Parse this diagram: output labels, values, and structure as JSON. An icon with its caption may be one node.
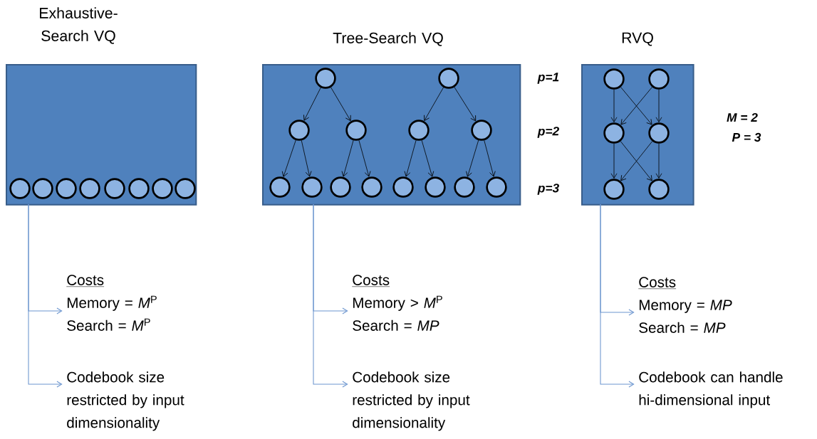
{
  "diagram": {
    "nodes": [
      {
        "text": [
          "Exhaustive-Search VQ"
        ]
      },
      {
        "text": [],
        "shape": "circle",
        "in": 0
      },
      {
        "text": [],
        "shape": "circle",
        "in": 0
      },
      {
        "text": [],
        "shape": "circle",
        "in": 0
      },
      {
        "text": [],
        "shape": "circle",
        "in": 0
      },
      {
        "text": [],
        "shape": "circle",
        "in": 0
      },
      {
        "text": [],
        "shape": "circle",
        "in": 0
      },
      {
        "text": [],
        "shape": "circle",
        "in": 0
      },
      {
        "text": [],
        "shape": "circle",
        "in": 0
      },
      {
        "text": [
          "Tree-Search VQ"
        ]
      },
      {
        "text": [],
        "shape": "circle",
        "in": 9
      },
      {
        "text": [],
        "shape": "circle",
        "in": 9
      },
      {
        "text": [],
        "shape": "circle",
        "in": 9
      },
      {
        "text": [],
        "shape": "circle",
        "in": 9
      },
      {
        "text": [],
        "shape": "circle",
        "in": 9
      },
      {
        "text": [],
        "shape": "circle",
        "in": 9
      },
      {
        "text": [],
        "shape": "circle",
        "in": 9
      },
      {
        "text": [],
        "shape": "circle",
        "in": 9
      },
      {
        "text": [],
        "shape": "circle",
        "in": 9
      },
      {
        "text": [],
        "shape": "circle",
        "in": 9
      },
      {
        "text": [],
        "shape": "circle",
        "in": 9
      },
      {
        "text": [],
        "shape": "circle",
        "in": 9
      },
      {
        "text": [],
        "shape": "circle",
        "in": 9
      },
      {
        "text": [],
        "shape": "circle",
        "in": 9
      },
      {
        "text": [
          "RVQ"
        ]
      },
      {
        "text": [],
        "shape": "circle",
        "in": 24
      },
      {
        "text": [],
        "shape": "circle",
        "in": 24
      },
      {
        "text": [],
        "shape": "circle",
        "in": 24
      },
      {
        "text": [],
        "shape": "circle",
        "in": 24
      },
      {
        "text": [],
        "shape": "circle",
        "in": 24
      },
      {
        "text": [],
        "shape": "circle",
        "in": 24
      },
      {
        "text": [
          "Costs",
          "Memory = *M*$^{P}$",
          "Search = *M*$^{P}$"
        ]
      },
      {
        "text": [
          "Codebook size restricted by input dimensionality"
        ]
      },
      {
        "text": [
          "Costs",
          "Memory > *M*$^{P}$",
          "Search = *MP*"
        ]
      },
      {
        "text": [
          "Codebook size restricted by input dimensionality"
        ]
      },
      {
        "text": [
          "Costs",
          "Memory = *MP*",
          "Search = *MP*"
        ]
      },
      {
        "text": [
          "Codebook can handle hi-dimensional input"
        ]
      }
    ],
    "edges": [
      {
        "from": 10,
        "to": 12,
        "arrow": "to"
      },
      {
        "from": 10,
        "to": 13,
        "arrow": "to"
      },
      {
        "from": 11,
        "to": 14,
        "arrow": "to"
      },
      {
        "from": 11,
        "to": 15,
        "arrow": "to"
      },
      {
        "from": 12,
        "to": 16,
        "arrow": "to"
      },
      {
        "from": 12,
        "to": 17,
        "arrow": "to"
      },
      {
        "from": 13,
        "to": 18,
        "arrow": "to"
      },
      {
        "from": 13,
        "to": 19,
        "arrow": "to"
      },
      {
        "from": 14,
        "to": 20,
        "arrow": "to"
      },
      {
        "from": 14,
        "to": 21,
        "arrow": "to"
      },
      {
        "from": 15,
        "to": 22,
        "arrow": "to"
      },
      {
        "from": 15,
        "to": 23,
        "arrow": "to"
      },
      {
        "from": 25,
        "to": 27,
        "arrow": "to"
      },
      {
        "from": 25,
        "to": 28,
        "arrow": "to"
      },
      {
        "from": 26,
        "to": 27,
        "arrow": "to"
      },
      {
        "from": 26,
        "to": 28,
        "arrow": "to"
      },
      {
        "from": 27,
        "to": 29,
        "arrow": "to"
      },
      {
        "from": 27,
        "to": 30,
        "arrow": "to"
      },
      {
        "from": 28,
        "to": 29,
        "arrow": "to"
      },
      {
        "from": 28,
        "to": 30,
        "arrow": "to"
      },
      {
        "from": 0,
        "to": 31,
        "arrow": "to",
        "color": "#6d96cf"
      },
      {
        "from": 0,
        "to": 32,
        "arrow": "to",
        "color": "#6d96cf"
      },
      {
        "from": 9,
        "to": 33,
        "arrow": "to",
        "color": "#6d96cf"
      },
      {
        "from": 9,
        "to": 34,
        "arrow": "to",
        "color": "#6d96cf"
      },
      {
        "from": 24,
        "to": 35,
        "arrow": "to",
        "color": "#6d96cf"
      },
      {
        "from": 24,
        "to": 36,
        "arrow": "to",
        "color": "#6d96cf"
      }
    ],
    "labels": [
      "*p*=1",
      "*p*=2",
      "*p*=3",
      "M = 2",
      "P = 3"
    ]
  }
}
